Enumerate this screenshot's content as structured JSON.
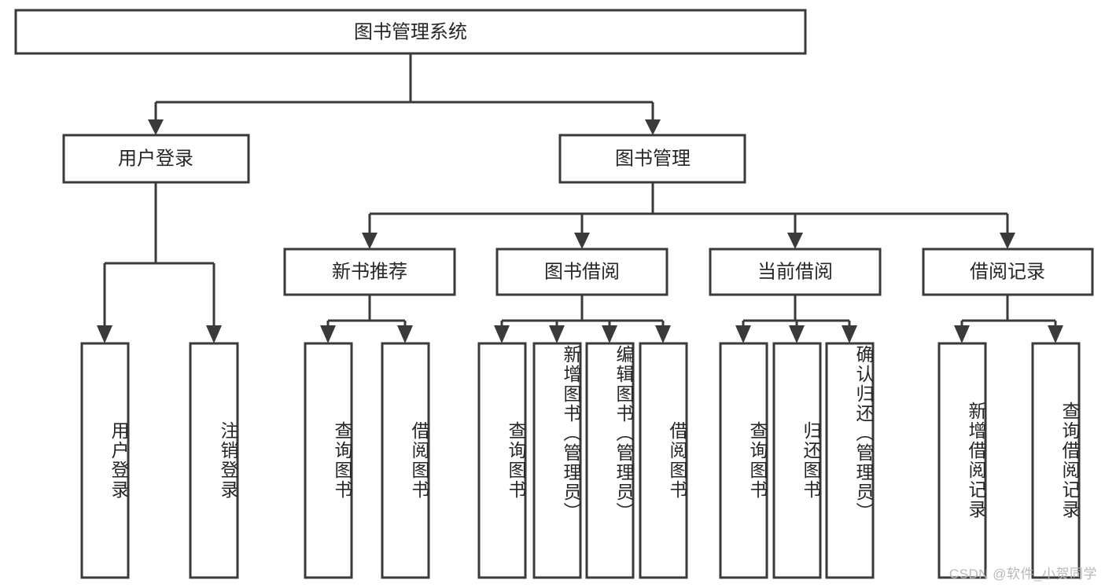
{
  "diagram": {
    "type": "tree",
    "title": "图书管理系统",
    "root": {
      "id": "root",
      "label": "图书管理系统"
    },
    "level2": [
      {
        "id": "user-login",
        "label": "用户登录"
      },
      {
        "id": "book-manage",
        "label": "图书管理"
      }
    ],
    "level3": [
      {
        "id": "new-book-recommend",
        "label": "新书推荐",
        "parent": "book-manage"
      },
      {
        "id": "book-borrow",
        "label": "图书借阅",
        "parent": "book-manage"
      },
      {
        "id": "current-borrow",
        "label": "当前借阅",
        "parent": "book-manage"
      },
      {
        "id": "borrow-record",
        "label": "借阅记录",
        "parent": "book-manage"
      }
    ],
    "leaves": [
      {
        "id": "leaf-user-login",
        "label": "用户登录",
        "parent": "user-login"
      },
      {
        "id": "leaf-user-logout",
        "label": "注销登录",
        "parent": "user-login"
      },
      {
        "id": "leaf-query-book-1",
        "label": "查询图书",
        "parent": "new-book-recommend"
      },
      {
        "id": "leaf-borrow-book-1",
        "label": "借阅图书",
        "parent": "new-book-recommend"
      },
      {
        "id": "leaf-query-book-2",
        "label": "查询图书",
        "parent": "book-borrow"
      },
      {
        "id": "leaf-add-book",
        "label": "新增图书（管理员）",
        "parent": "book-borrow"
      },
      {
        "id": "leaf-edit-book",
        "label": "编辑图书（管理员）",
        "parent": "book-borrow"
      },
      {
        "id": "leaf-borrow-book-2",
        "label": "借阅图书",
        "parent": "book-borrow"
      },
      {
        "id": "leaf-query-book-3",
        "label": "查询图书",
        "parent": "current-borrow"
      },
      {
        "id": "leaf-return-book",
        "label": "归还图书",
        "parent": "current-borrow"
      },
      {
        "id": "leaf-confirm-return",
        "label": "确认归还（管理员）",
        "parent": "current-borrow"
      },
      {
        "id": "leaf-add-record",
        "label": "新增借阅记录",
        "parent": "borrow-record"
      },
      {
        "id": "leaf-query-record",
        "label": "查询借阅记录",
        "parent": "borrow-record"
      }
    ],
    "colors": {
      "stroke": "#3a3a3a",
      "fill": "#ffffff",
      "text": "#262626",
      "watermark": "#b8b8b8"
    }
  },
  "watermark": {
    "text": "CSDN @软件_小贺同学"
  }
}
